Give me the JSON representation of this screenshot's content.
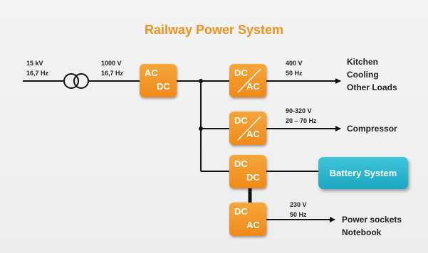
{
  "title": "Railway Power System",
  "input": {
    "voltage": "15 kV",
    "frequency": "16,7 Hz"
  },
  "transformer_out": {
    "voltage": "1000 V",
    "frequency": "16,7 Hz"
  },
  "converters": {
    "main_rectifier": {
      "top": "AC",
      "bottom": "DC"
    },
    "inverter_1": {
      "top": "DC",
      "bottom": "AC"
    },
    "inverter_2": {
      "top": "DC",
      "bottom": "AC"
    },
    "dcdc": {
      "top": "DC",
      "bottom": "DC"
    },
    "inverter_3": {
      "top": "DC",
      "bottom": "AC"
    }
  },
  "outputs": {
    "out1": {
      "voltage": "400 V",
      "frequency": "50 Hz",
      "loads": [
        "Kitchen",
        "Cooling",
        "Other Loads"
      ]
    },
    "out2": {
      "voltage": "90-320 V",
      "frequency": "20 – 70 Hz",
      "loads": [
        "Compressor"
      ]
    },
    "out3": {
      "voltage": "230 V",
      "frequency": "50 Hz",
      "loads": [
        "Power sockets",
        "Notebook"
      ]
    }
  },
  "battery": {
    "label": "Battery System"
  },
  "colors": {
    "converter": "#f29222",
    "battery": "#22b0c9",
    "title": "#f0911d",
    "wire": "#111111"
  }
}
